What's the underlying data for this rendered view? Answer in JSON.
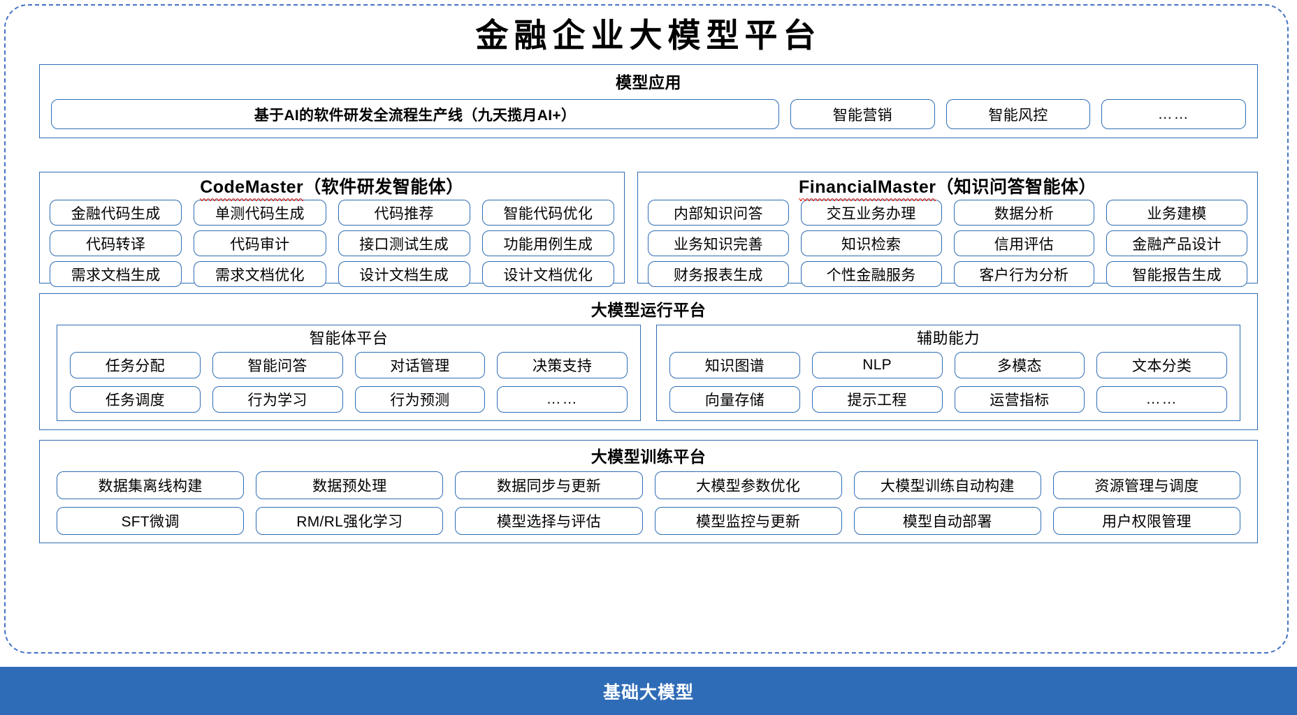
{
  "page": {
    "title": "金融企业大模型平台"
  },
  "applications": {
    "title": "模型应用",
    "main_item": "基于AI的软件研发全流程生产线（九天揽月AI+）",
    "items": [
      "智能营销",
      "智能风控",
      "……"
    ]
  },
  "agents": [
    {
      "name_en": "CodeMaster",
      "name_cn": "（软件研发智能体）",
      "spellcheck_underline": true,
      "rows": [
        [
          "金融代码生成",
          "单测代码生成",
          "代码推荐",
          "智能代码优化"
        ],
        [
          "代码转译",
          "代码审计",
          "接口测试生成",
          "功能用例生成"
        ],
        [
          "需求文档生成",
          "需求文档优化",
          "设计文档生成",
          "设计文档优化"
        ]
      ]
    },
    {
      "name_en": "FinancialMaster",
      "name_cn": "（知识问答智能体）",
      "spellcheck_underline": true,
      "rows": [
        [
          "内部知识问答",
          "交互业务办理",
          "数据分析",
          "业务建模"
        ],
        [
          "业务知识完善",
          "知识检索",
          "信用评估",
          "金融产品设计"
        ],
        [
          "财务报表生成",
          "个性金融服务",
          "客户行为分析",
          "智能报告生成"
        ]
      ]
    }
  ],
  "runtime": {
    "title": "大模型运行平台",
    "columns": [
      {
        "title": "智能体平台",
        "rows": [
          [
            "任务分配",
            "智能问答",
            "对话管理",
            "决策支持"
          ],
          [
            "任务调度",
            "行为学习",
            "行为预测",
            "……"
          ]
        ]
      },
      {
        "title": "辅助能力",
        "rows": [
          [
            "知识图谱",
            "NLP",
            "多模态",
            "文本分类"
          ],
          [
            "向量存储",
            "提示工程",
            "运营指标",
            "……"
          ]
        ]
      }
    ]
  },
  "training": {
    "title": "大模型训练平台",
    "rows": [
      [
        "数据集离线构建",
        "数据预处理",
        "数据同步与更新",
        "大模型参数优化",
        "大模型训练自动构建",
        "资源管理与调度"
      ],
      [
        "SFT微调",
        "RM/RL强化学习",
        "模型选择与评估",
        "模型监控与更新",
        "模型自动部署",
        "用户权限管理"
      ]
    ]
  },
  "base": {
    "label": "基础大模型"
  },
  "colors": {
    "border_blue": "#2E6DB4",
    "frame_blue": "#4472C4",
    "base_bar_blue": "#2F6CB7",
    "spellcheck_red": "#e03024",
    "text": "#000000"
  }
}
